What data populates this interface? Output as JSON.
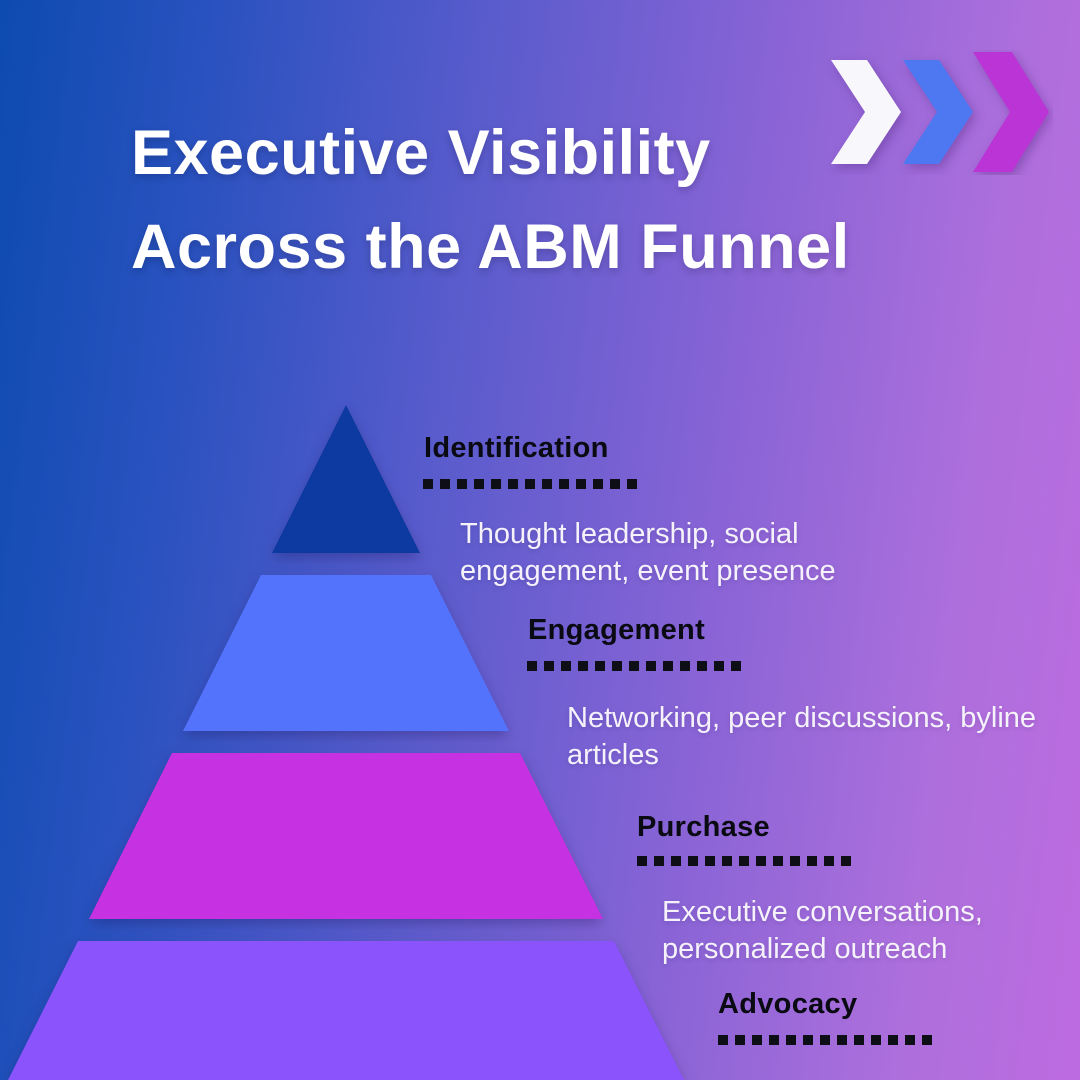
{
  "title": {
    "line1": "Executive Visibility",
    "line2": "Across the ABM Funnel"
  },
  "chevrons": [
    {
      "name": "chevron-white",
      "color": "#f8f7fc"
    },
    {
      "name": "chevron-blue",
      "color": "#4d78f1"
    },
    {
      "name": "chevron-magenta",
      "color": "#ba34d6"
    }
  ],
  "funnel": {
    "type": "pyramid",
    "stages": [
      {
        "label": "Identification",
        "description": "Thought leadership, social engagement, event presence",
        "color": "#0d3aa0"
      },
      {
        "label": "Engagement",
        "description": "Networking, peer discussions, byline articles",
        "color": "#5373fc"
      },
      {
        "label": "Purchase",
        "description": "Executive conversations, personalized outreach",
        "color": "#c631e2"
      },
      {
        "label": "Advocacy",
        "description": "",
        "color": "#8b53fb"
      }
    ]
  },
  "colors": {
    "background_left": "#0d4bb0",
    "background_right": "#bd6be0",
    "title_text": "#ffffff",
    "label_text": "#0a0a12",
    "description_text": "#f5f2fb"
  }
}
